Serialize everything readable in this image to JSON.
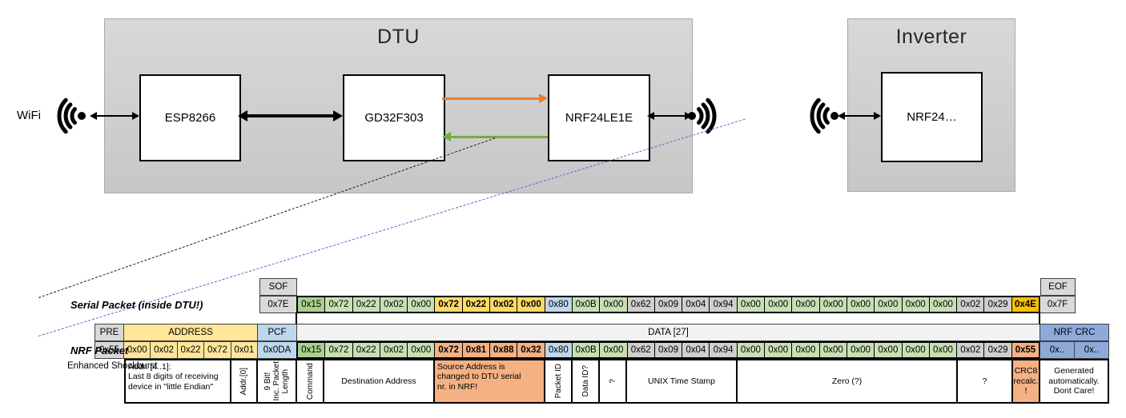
{
  "diagram": {
    "wifi_label": "WiFi",
    "dtu_title": "DTU",
    "inverter_title": "Inverter",
    "chips": {
      "esp": "ESP8266",
      "mcu": "GD32F303",
      "nrf_dtu": "NRF24LE1E",
      "nrf_inverter": "NRF24…"
    },
    "colors": {
      "uart_tx_arrow": "#ED7D31",
      "uart_rx_arrow": "#70AD47",
      "radio_link_dash": "#4472C4",
      "serial_link_dash": "#1a1a1a"
    }
  },
  "palette": {
    "gd": "#A9D08E",
    "gl": "#C6E0B4",
    "yb": "#FFD966",
    "gold": "#FFC000",
    "bl": "#BDD7EE",
    "gy": "#CFCFCF",
    "or": "#F4B183",
    "gray": "#D9D9D9",
    "addr_yellow": "#FFE699",
    "crc_blue": "#8EAADB",
    "data_header_bg": "#F2F2F2"
  },
  "serial_packet": {
    "label": "Serial Packet (inside DTU!)",
    "sof_header": "SOF",
    "sof_value": "0x7E",
    "eof_header": "EOF",
    "eof_value": "0x7F",
    "bytes": [
      {
        "v": "0x15",
        "c": "gd"
      },
      {
        "v": "0x72",
        "c": "gl"
      },
      {
        "v": "0x22",
        "c": "gl"
      },
      {
        "v": "0x02",
        "c": "gl"
      },
      {
        "v": "0x00",
        "c": "gl"
      },
      {
        "v": "0x72",
        "c": "yb",
        "b": true
      },
      {
        "v": "0x22",
        "c": "yb",
        "b": true
      },
      {
        "v": "0x02",
        "c": "yb",
        "b": true
      },
      {
        "v": "0x00",
        "c": "yb",
        "b": true
      },
      {
        "v": "0x80",
        "c": "bl"
      },
      {
        "v": "0x0B",
        "c": "gl"
      },
      {
        "v": "0x00",
        "c": "gl"
      },
      {
        "v": "0x62",
        "c": "gy"
      },
      {
        "v": "0x09",
        "c": "gy"
      },
      {
        "v": "0x04",
        "c": "gy"
      },
      {
        "v": "0x94",
        "c": "gy"
      },
      {
        "v": "0x00",
        "c": "gl"
      },
      {
        "v": "0x00",
        "c": "gl"
      },
      {
        "v": "0x00",
        "c": "gl"
      },
      {
        "v": "0x00",
        "c": "gl"
      },
      {
        "v": "0x00",
        "c": "gl"
      },
      {
        "v": "0x00",
        "c": "gl"
      },
      {
        "v": "0x00",
        "c": "gl"
      },
      {
        "v": "0x00",
        "c": "gl"
      },
      {
        "v": "0x02",
        "c": "gy"
      },
      {
        "v": "0x29",
        "c": "gy"
      },
      {
        "v": "0x4E",
        "c": "gold",
        "b": true
      }
    ]
  },
  "nrf_packet": {
    "label": "NRF Packet",
    "sublabel": "Enhanced Shockburst",
    "pre_header": "PRE",
    "pre_value": "0x55",
    "address_header": "ADDRESS",
    "address_values": [
      "0x00",
      "0x02",
      "0x22",
      "0x72",
      "0x01"
    ],
    "pcf_header": "PCF",
    "pcf_value": "0x0DA",
    "data_header": "DATA [27]",
    "crc_header": "NRF CRC",
    "crc_values": [
      "0x..",
      "0x.."
    ],
    "bytes": [
      {
        "v": "0x15",
        "c": "gd"
      },
      {
        "v": "0x72",
        "c": "gl"
      },
      {
        "v": "0x22",
        "c": "gl"
      },
      {
        "v": "0x02",
        "c": "gl"
      },
      {
        "v": "0x00",
        "c": "gl"
      },
      {
        "v": "0x72",
        "c": "or",
        "b": true
      },
      {
        "v": "0x81",
        "c": "or",
        "b": true
      },
      {
        "v": "0x88",
        "c": "or",
        "b": true
      },
      {
        "v": "0x32",
        "c": "or",
        "b": true
      },
      {
        "v": "0x80",
        "c": "bl"
      },
      {
        "v": "0x0B",
        "c": "gl"
      },
      {
        "v": "0x00",
        "c": "gl"
      },
      {
        "v": "0x62",
        "c": "gy"
      },
      {
        "v": "0x09",
        "c": "gy"
      },
      {
        "v": "0x04",
        "c": "gy"
      },
      {
        "v": "0x94",
        "c": "gy"
      },
      {
        "v": "0x00",
        "c": "gl"
      },
      {
        "v": "0x00",
        "c": "gl"
      },
      {
        "v": "0x00",
        "c": "gl"
      },
      {
        "v": "0x00",
        "c": "gl"
      },
      {
        "v": "0x00",
        "c": "gl"
      },
      {
        "v": "0x00",
        "c": "gl"
      },
      {
        "v": "0x00",
        "c": "gl"
      },
      {
        "v": "0x00",
        "c": "gl"
      },
      {
        "v": "0x02",
        "c": "gy"
      },
      {
        "v": "0x29",
        "c": "gy"
      },
      {
        "v": "0x55",
        "c": "or",
        "b": true
      }
    ],
    "annotations": [
      {
        "text": "Addr. [4..1]:\nLast 8 digits of receiving\ndevice in \"little Endian\"",
        "align": "left"
      },
      {
        "text": "Addr.[0]",
        "vertical": true
      },
      {
        "text": "9 Bit!\nInc. Packet\nLength",
        "vertical": true
      },
      {
        "text": "Command",
        "vertical": true
      },
      {
        "text": "Destination Address"
      },
      {
        "text": "Source Address is\nchanged to DTU serial\nnr. in NRF!",
        "bg": "orange",
        "align": "left"
      },
      {
        "text": "Packet ID",
        "vertical": true
      },
      {
        "text": "Data ID?",
        "vertical": true
      },
      {
        "text": "?",
        "vertical": true
      },
      {
        "text": "UNIX Time Stamp"
      },
      {
        "text": "Zero (?)"
      },
      {
        "text": "?"
      },
      {
        "text": "CRC8\nrecalc.\n!",
        "bg": "orange"
      },
      {
        "text": "Generated\nautomatically.\nDont Care!"
      }
    ]
  }
}
